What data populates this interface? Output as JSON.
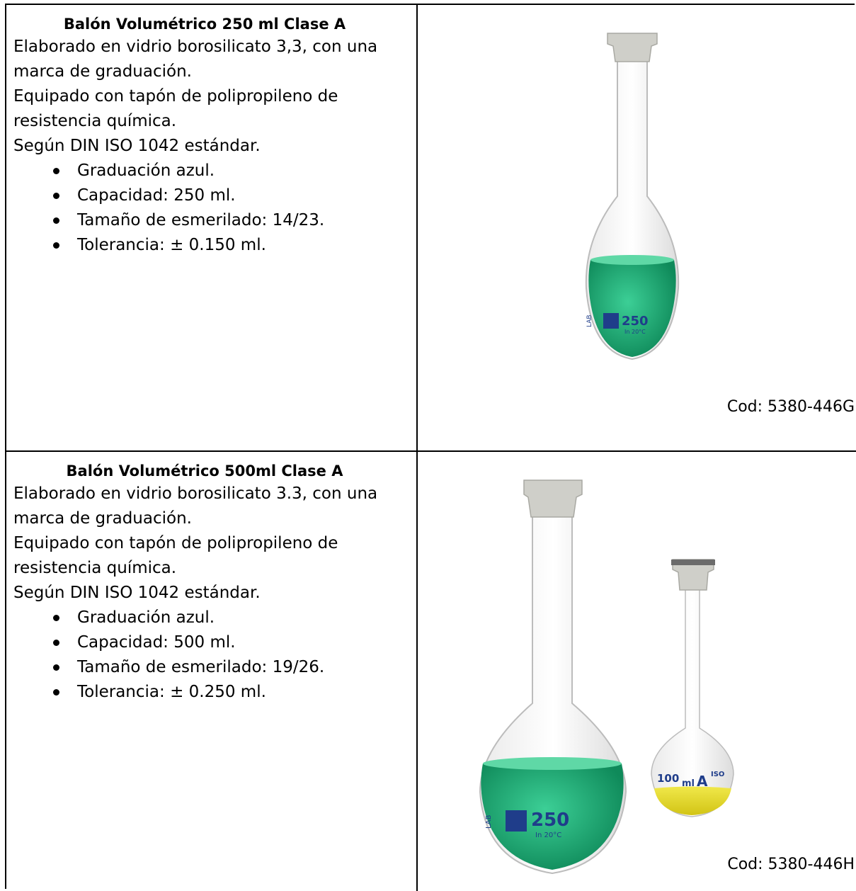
{
  "products": [
    {
      "title": "Balón Volumétrico 250 ml Clase A",
      "description": [
        "Elaborado en vidrio borosilicato 3,3, con una marca de graduación.",
        "Equipado con tapón de polipropileno de resistencia química.",
        "Según DIN ISO 1042 estándar."
      ],
      "bullets": [
        "Graduación azul.",
        "Capacidad: 250 ml.",
        "Tamaño de esmerilado: 14/23.",
        "Tolerancia: ± 0.150 ml."
      ],
      "code": "Cod: 5380-446G",
      "flask_labels": {
        "volume": "250",
        "subtext": "In 20°C"
      }
    },
    {
      "title": "Balón Volumétrico 500ml  Clase A",
      "description": [
        "Elaborado en vidrio borosilicato 3.3, con una marca de graduación.",
        "Equipado con tapón de polipropileno de resistencia química.",
        "Según DIN ISO 1042 estándar."
      ],
      "bullets": [
        "Graduación azul.",
        "Capacidad: 500 ml.",
        "Tamaño de esmerilado: 19/26.",
        "Tolerancia: ± 0.250 ml."
      ],
      "code": "Cod: 5380-446H",
      "flask_labels": {
        "volume": "250",
        "subtext": "In 20°C",
        "small_volume": "100",
        "small_unit": "ml",
        "small_class": "A",
        "small_iso": "ISO"
      }
    }
  ],
  "colors": {
    "green_liquid": "#1fb07a",
    "yellow_liquid": "#e6d820",
    "stopper": "#cfcfc9",
    "label_blue": "#1f3d8a"
  }
}
